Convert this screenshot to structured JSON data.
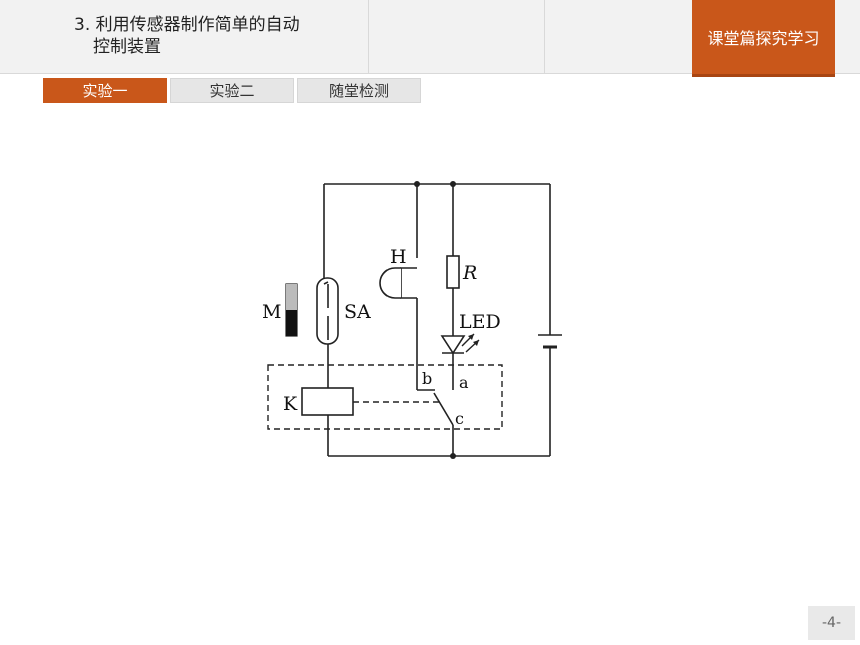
{
  "header": {
    "title_line1": "3. 利用传感器制作简单的自动",
    "title_line2": "控制装置",
    "section": "课堂篇探究学习"
  },
  "tabs": [
    {
      "label": "实验一",
      "active": true
    },
    {
      "label": "实验二",
      "active": false
    },
    {
      "label": "随堂检测",
      "active": false
    }
  ],
  "circuit": {
    "labels": {
      "M": "M",
      "SA": "SA",
      "H": "H",
      "R": "R",
      "LED": "LED",
      "K": "K",
      "a": "a",
      "b": "b",
      "c": "c"
    }
  },
  "footer": {
    "page_number": "-4-"
  },
  "colors": {
    "accent": "#c9571a",
    "header_bg": "#f2f2f2"
  }
}
